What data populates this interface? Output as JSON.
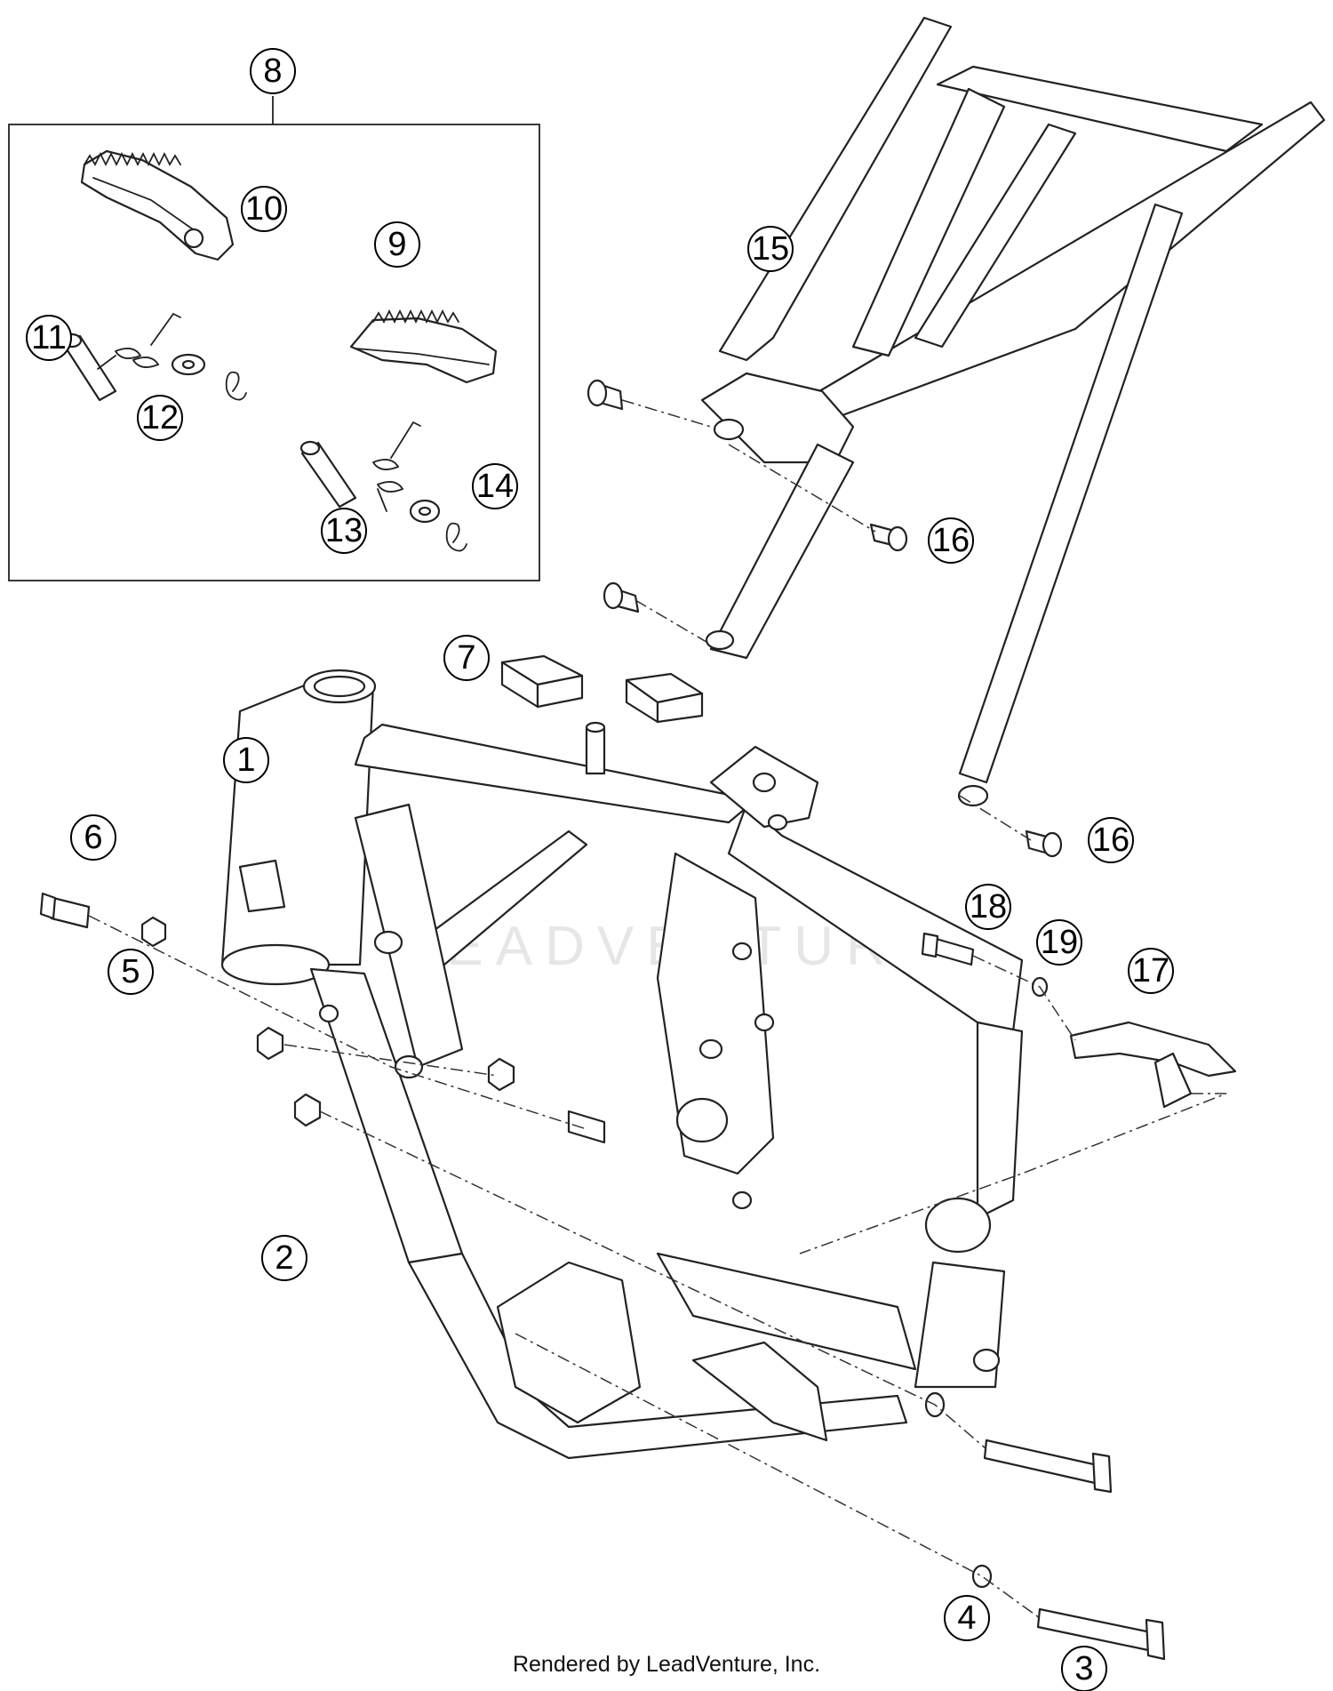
{
  "callouts": {
    "c1": "1",
    "c2": "2",
    "c3": "3",
    "c4": "4",
    "c5": "5",
    "c6": "6",
    "c7": "7",
    "c8": "8",
    "c9": "9",
    "c10": "10",
    "c11": "11",
    "c12": "12",
    "c13": "13",
    "c14": "14",
    "c15": "15",
    "c16a": "16",
    "c16b": "16",
    "c17": "17",
    "c18": "18",
    "c19": "19"
  },
  "watermark": "LEADVENTURE",
  "footer": "Rendered by LeadVenture, Inc."
}
